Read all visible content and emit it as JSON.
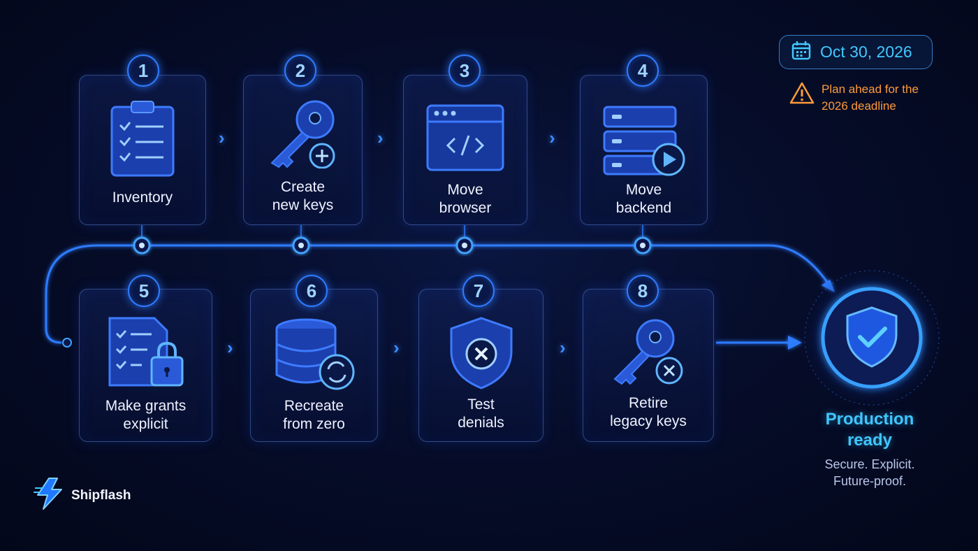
{
  "deadline": {
    "date": "Oct 30, 2026",
    "warning": "Plan ahead for the\n2026 deadline"
  },
  "steps": [
    {
      "number": "1",
      "label": "Inventory",
      "icon": "clipboard-checklist-icon"
    },
    {
      "number": "2",
      "label": "Create\nnew keys",
      "icon": "key-plus-icon"
    },
    {
      "number": "3",
      "label": "Move\nbrowser",
      "icon": "browser-code-icon"
    },
    {
      "number": "4",
      "label": "Move\nbackend",
      "icon": "server-play-icon"
    },
    {
      "number": "5",
      "label": "Make grants\nexplicit",
      "icon": "document-lock-icon"
    },
    {
      "number": "6",
      "label": "Recreate\nfrom zero",
      "icon": "database-refresh-icon"
    },
    {
      "number": "7",
      "label": "Test\ndenials",
      "icon": "shield-x-icon"
    },
    {
      "number": "8",
      "label": "Retire\nlegacy keys",
      "icon": "key-x-icon"
    }
  ],
  "final": {
    "title": "Production\nready",
    "subtitle": "Secure. Explicit.\nFuture-proof.",
    "icon": "shield-check-icon"
  },
  "brand": {
    "name": "Shipflash",
    "icon": "lightning-logo-icon"
  },
  "colors": {
    "accent": "#2f7bff",
    "highlight": "#43c8ff",
    "warning": "#ff9b3a",
    "background": "#060d2a"
  }
}
